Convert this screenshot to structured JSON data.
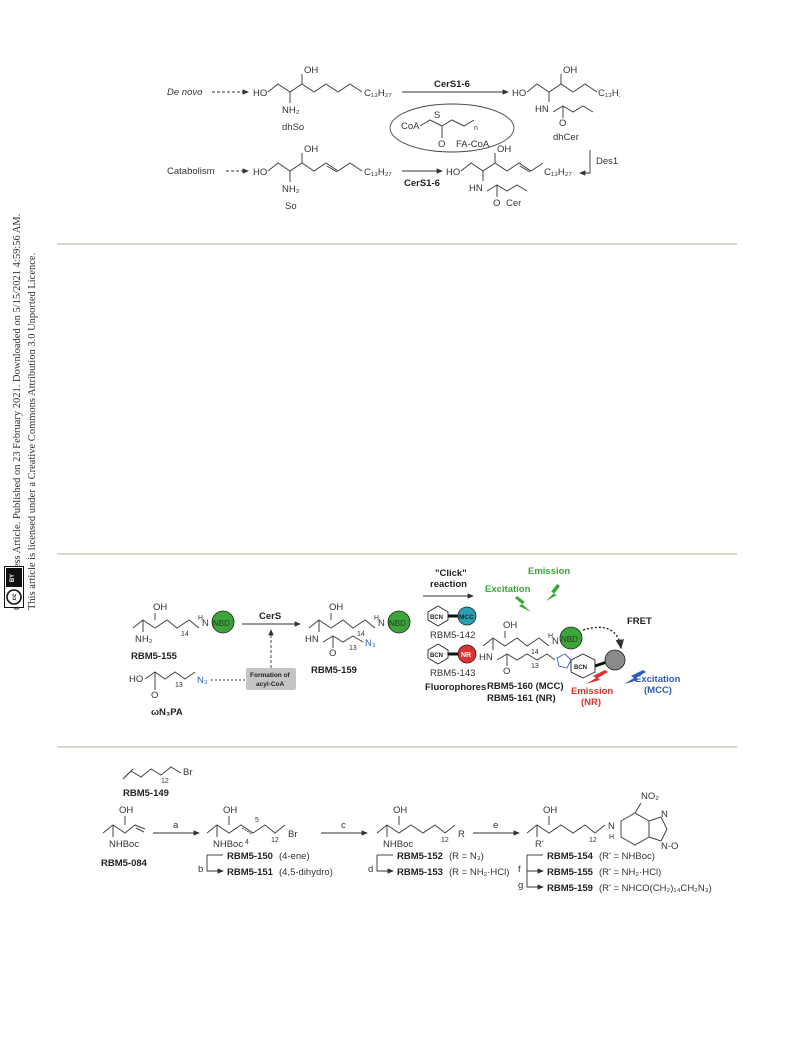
{
  "side_note": {
    "line1": "Open Access Article. Published on 23 February 2021. Downloaded on 5/15/2021 4:59:56 AM.",
    "line2": "This article is licensed under a Creative Commons Attribution 3.0 Unported Licence.",
    "badge_cc": "cc",
    "badge_by": "BY"
  },
  "scheme1": {
    "de_novo": "De novo",
    "catabolism": "Catabolism",
    "ho": "HO",
    "oh": "OH",
    "nh2": "NH₂",
    "hn": "HN",
    "o": "O",
    "c13h27": "C₁₃H₂₇",
    "dhso": "dhSo",
    "so": "So",
    "dhcer": "dhCer",
    "cer": "Cer",
    "cers_top": "CerS1-6",
    "cers_bottom": "CerS1-6",
    "des1": "Des1",
    "coa": "CoA",
    "s": "S",
    "n": "n",
    "fa_coa": "FA-CoA"
  },
  "scheme2": {
    "oh": "OH",
    "nh2": "NH₂",
    "hn": "HN",
    "h": "H",
    "n": "N",
    "n3": "N₃",
    "o": "O",
    "ho": "HO",
    "sub14": "14",
    "sub13": "13",
    "nbd": "NBD",
    "rbm5_155": "RBM5-155",
    "rbm5_159": "RBM5-159",
    "omega": "ωN₃PA",
    "cers": "CerS",
    "formation": "Formation of",
    "acyl_coa": "acyl-CoA",
    "click1": "\"Click\"",
    "click2": "reaction",
    "bcn": "BCN",
    "mcc": "MCC",
    "nr": "NR",
    "rbm5_142": "RBM5-142",
    "rbm5_143": "RBM5-143",
    "fluorophores": "Fluorophores",
    "rbm5_160": "RBM5-160 (MCC)",
    "rbm5_161": "RBM5-161 (NR)",
    "excitation": "Excitation",
    "emission": "Emission",
    "fret": "FRET",
    "emission_nr1": "Emission",
    "emission_nr2": "(NR)",
    "excitation_mcc1": "Excitation",
    "excitation_mcc2": "(MCC)",
    "colors": {
      "green": "#3aa63a",
      "teal": "#2a9fb5",
      "red": "#e03030",
      "blue": "#2e5cb8",
      "gray": "#8a8a8a"
    }
  },
  "scheme3": {
    "oh": "OH",
    "br": "Br",
    "r": "R",
    "rp": "R'",
    "h": "H",
    "n": "N",
    "nhboc": "NHBoc",
    "no2": "NO₂",
    "oxa": "N-O",
    "n_ring": "N",
    "sub12": "12",
    "c4": "4",
    "c5": "5",
    "rbm5_149": "RBM5-149",
    "rbm5_084": "RBM5-084",
    "step_a": "a",
    "step_b": "b",
    "step_c": "c",
    "step_d": "d",
    "step_e": "e",
    "step_f": "f",
    "step_g": "g",
    "rbm5_150": "RBM5-150",
    "rbm5_150_note": "(4-ene)",
    "rbm5_151": "RBM5-151",
    "rbm5_151_note": "(4,5-dihydro)",
    "rbm5_152": "RBM5-152",
    "rbm5_152_note": "(R = N₃)",
    "rbm5_153": "RBM5-153",
    "rbm5_153_note": "(R = NH₂·HCl)",
    "rbm5_154": "RBM5-154",
    "rbm5_154_note": "(R' = NHBoc)",
    "rbm5_155": "RBM5-155",
    "rbm5_155_note": "(R' = NH₂·HCl)",
    "rbm5_159": "RBM5-159",
    "rbm5_159_note": "(R' = NHCO(CH₂)₁₄CH₂N₃)"
  }
}
